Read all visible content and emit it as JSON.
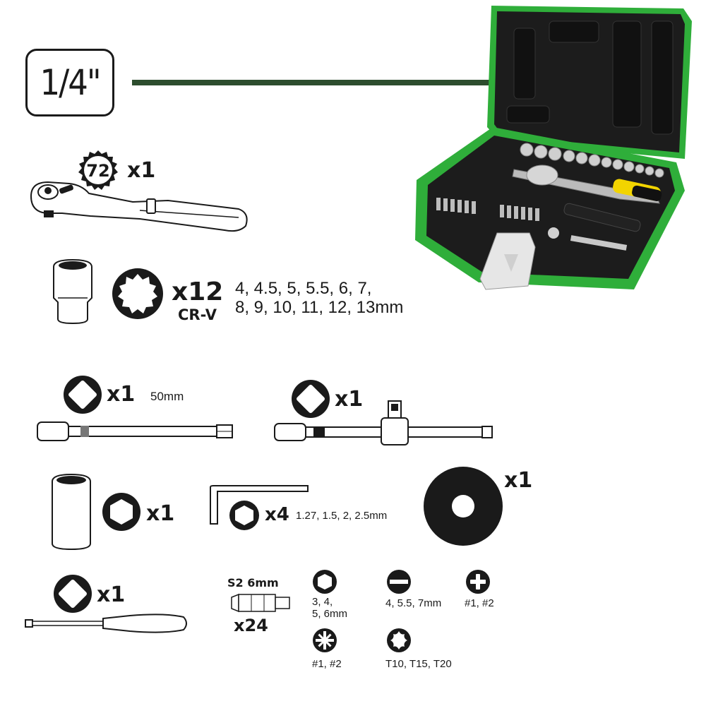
{
  "drive_size": "1/4\"",
  "ratchet": {
    "teeth": "72",
    "qty": "x1"
  },
  "sockets": {
    "qty": "x12",
    "material": "CR-V",
    "sizes_line1": "4, 4.5, 5, 5.5, 6, 7,",
    "sizes_line2": "8, 9, 10, 11, 12, 13mm"
  },
  "extension_bar": {
    "qty": "x1",
    "length": "50mm"
  },
  "t_handle": {
    "qty": "x1"
  },
  "spark_plug_socket": {
    "qty": "x1"
  },
  "hex_keys": {
    "qty": "x4",
    "sizes": "1.27, 1.5, 2, 2.5mm"
  },
  "rubber_insert": {
    "qty": "x1"
  },
  "bit_driver": {
    "qty": "x1"
  },
  "bits": {
    "material": "S2 6mm",
    "qty": "x24",
    "hex_sizes_1": "3, 4,",
    "hex_sizes_2": "5, 6mm",
    "slotted_sizes": "4, 5.5, 7mm",
    "phillips_sizes": "#1, #2",
    "pozidriv_sizes": "#1, #2",
    "torx_sizes": "T10, T15, T20"
  },
  "colors": {
    "accent_green": "#2d4d2e",
    "case_green": "#2fae3a",
    "case_dark": "#1c1c1c"
  }
}
